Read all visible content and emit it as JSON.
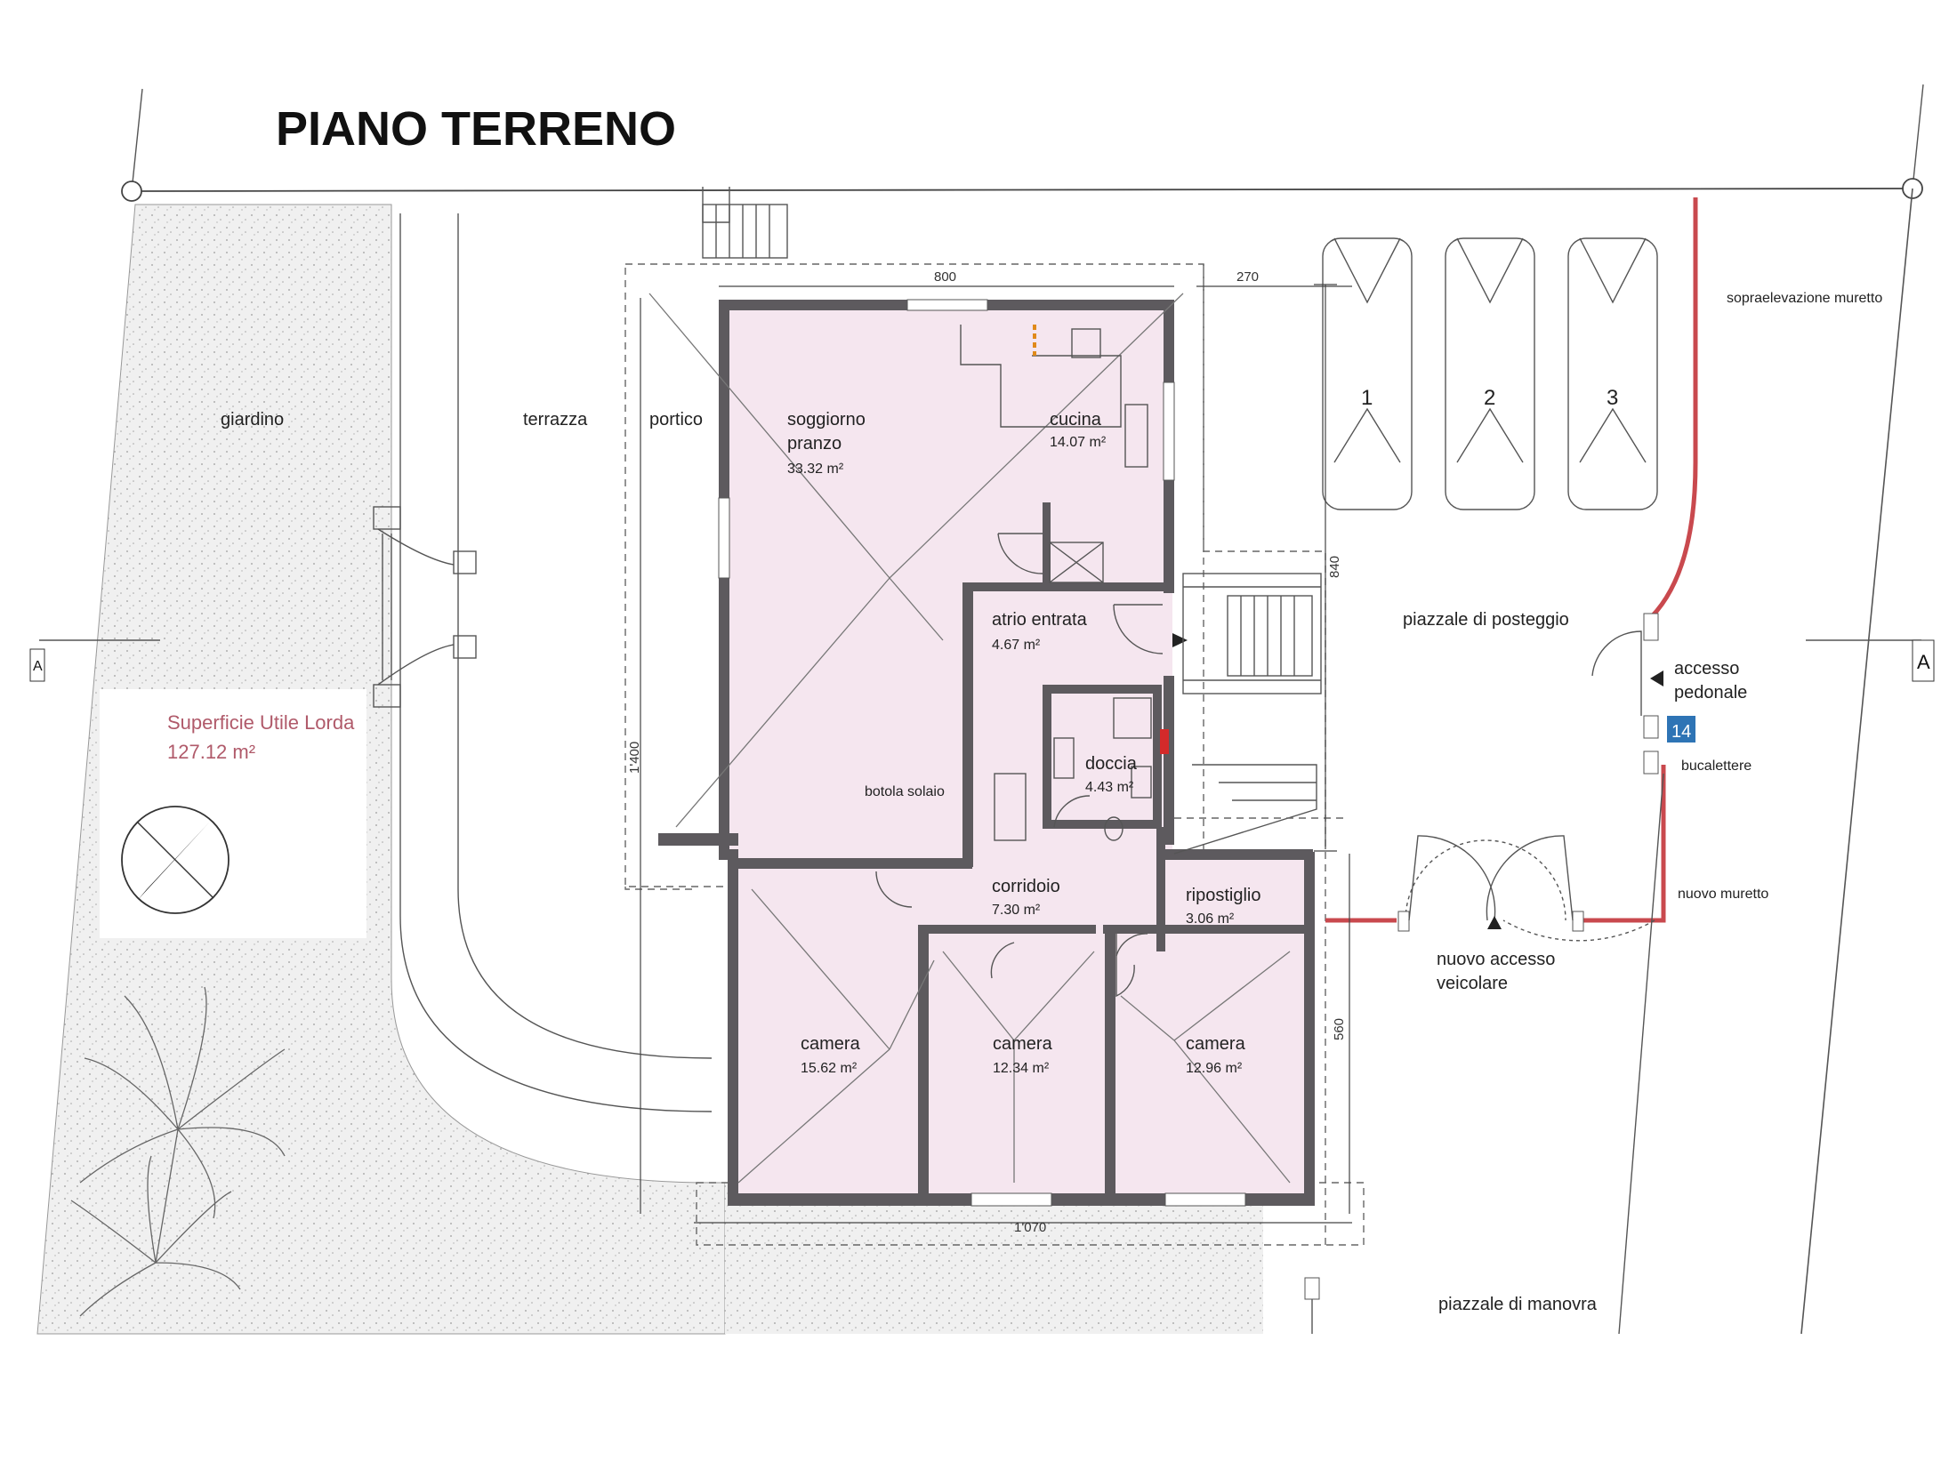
{
  "title": "PIANO TERRENO",
  "colors": {
    "room_fill": "#f5e6ef",
    "wall": "#5d5a5e",
    "red_wall": "#c9494e",
    "gravel": "#eeeeee",
    "badge": "#2e74b5"
  },
  "labels": {
    "giardino": "giardino",
    "terrazza": "terrazza",
    "portico": "portico",
    "soggiorno_1": "soggiorno",
    "soggiorno_2": "pranzo",
    "soggiorno_area": "33.32 m²",
    "cucina": "cucina",
    "cucina_area": "14.07 m²",
    "atrio": "atrio entrata",
    "atrio_area": "4.67 m²",
    "doccia": "doccia",
    "doccia_area": "4.43 m²",
    "botola": "botola solaio",
    "corridoio": "corridoio",
    "corridoio_area": "7.30 m²",
    "ripostiglio": "ripostiglio",
    "ripostiglio_area": "3.06 m²",
    "camera_1": "camera",
    "camera_1_area": "15.62 m²",
    "camera_2": "camera",
    "camera_2_area": "12.34 m²",
    "camera_3": "camera",
    "camera_3_area": "12.96 m²",
    "piazzale_posteggio": "piazzale di posteggio",
    "piazzale_manovra": "piazzale di manovra",
    "sopraelevazione": "sopraelevazione muretto",
    "accesso_1": "accesso",
    "accesso_2": "pedonale",
    "civico": "14",
    "bucalettere": "bucalettere",
    "nuovo_muretto": "nuovo muretto",
    "accesso_veicolare_1": "nuovo accesso",
    "accesso_veicolare_2": "veicolare",
    "superficie_1": "Superficie Utile Lorda",
    "superficie_2": "127.12 m²",
    "section_mark": "A"
  },
  "parking_spots": [
    "1",
    "2",
    "3"
  ],
  "dimensions": {
    "d800": "800",
    "d270": "270",
    "d840": "840",
    "d1400": "1'400",
    "d560": "560",
    "d1070": "1'070"
  }
}
